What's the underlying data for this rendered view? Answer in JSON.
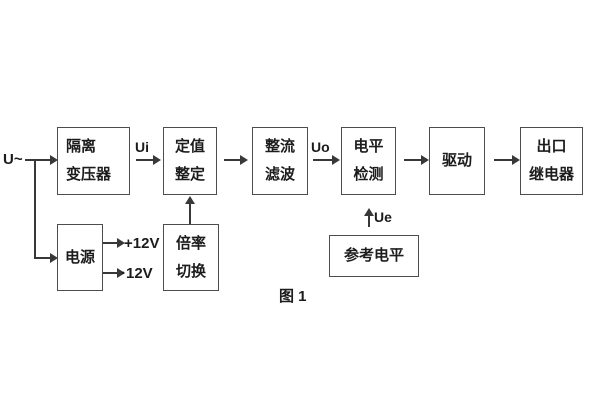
{
  "diagram": {
    "caption": "图 1",
    "labels": {
      "input_signal": "U~",
      "ui": "Ui",
      "uo": "Uo",
      "ue": "Ue",
      "plus_12v": "+12V",
      "minus_12v": "·12V"
    },
    "blocks": {
      "isolation_transformer": {
        "line1": "隔离",
        "line2": "变压器"
      },
      "setpoint_setting": {
        "line1": "定值",
        "line2": "整定"
      },
      "rectifier_filter": {
        "line1": "整流",
        "line2": "滤波"
      },
      "level_detection": {
        "line1": "电平",
        "line2": "检测"
      },
      "driver": {
        "label": "驱动"
      },
      "output_relay": {
        "line1": "出口",
        "line2": "继电器"
      },
      "power_supply": {
        "label": "电源"
      },
      "ratio_switching": {
        "line1": "倍率",
        "line2": "切换"
      },
      "reference_level": {
        "label": "参考电平"
      }
    },
    "colors": {
      "background": "#ffffff",
      "border": "#4d4d4d",
      "line": "#383838",
      "text": "#1c1c1c"
    }
  }
}
